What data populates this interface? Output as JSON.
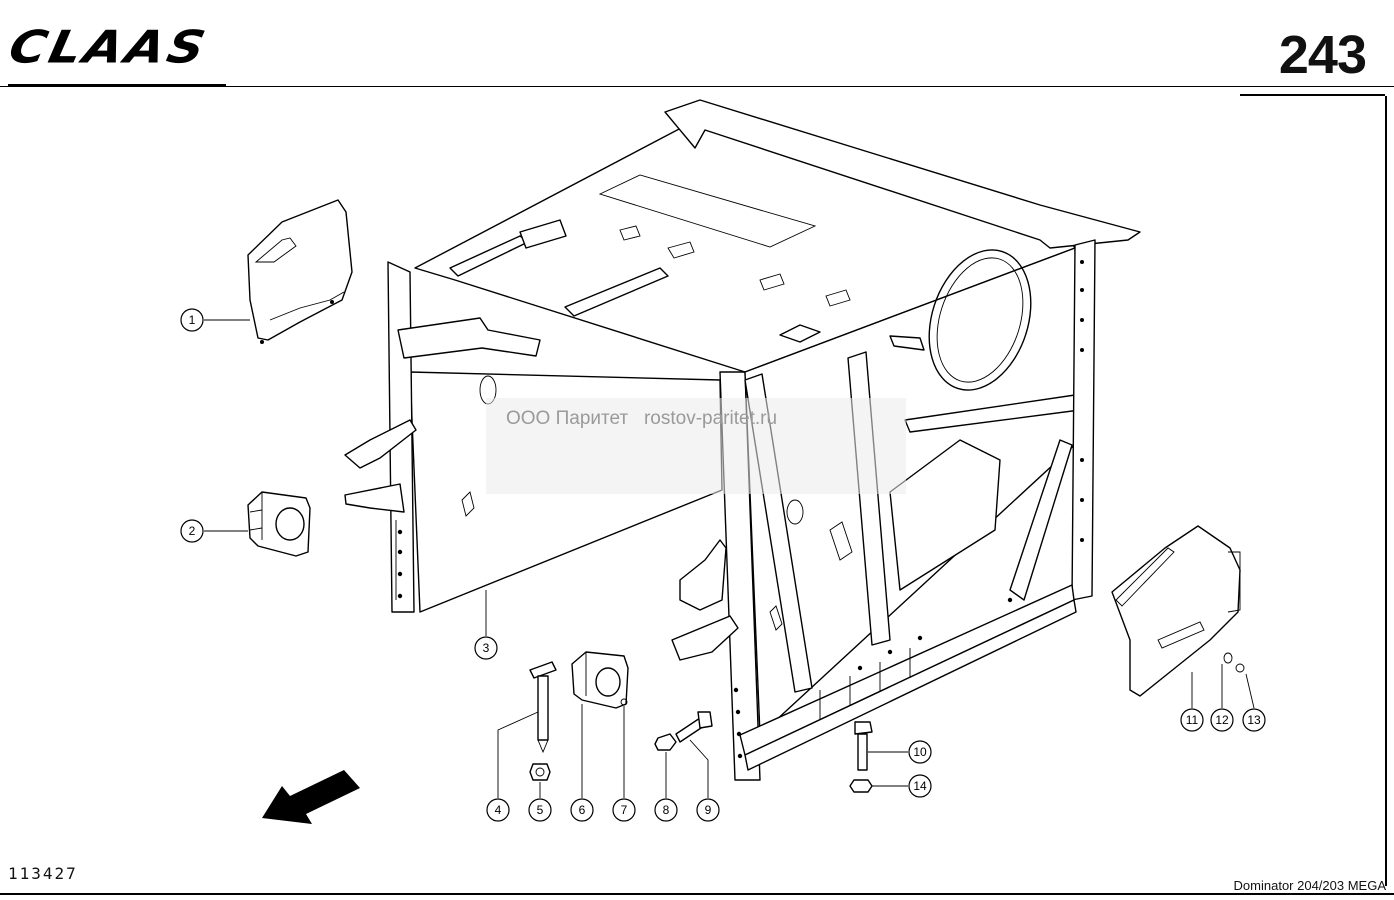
{
  "header": {
    "brand": "CLAAS",
    "page_number": "243"
  },
  "footer": {
    "drawing_number": "113427",
    "model": "Dominator 204/203 MEGA"
  },
  "watermark": {
    "text": "ООО Паритет   rostov-paritet.ru"
  },
  "callouts": [
    "1",
    "2",
    "3",
    "4",
    "5",
    "6",
    "7",
    "8",
    "9",
    "10",
    "11",
    "12",
    "13",
    "14"
  ],
  "icons": {
    "direction_arrow": "arrow-lower-left-icon"
  }
}
